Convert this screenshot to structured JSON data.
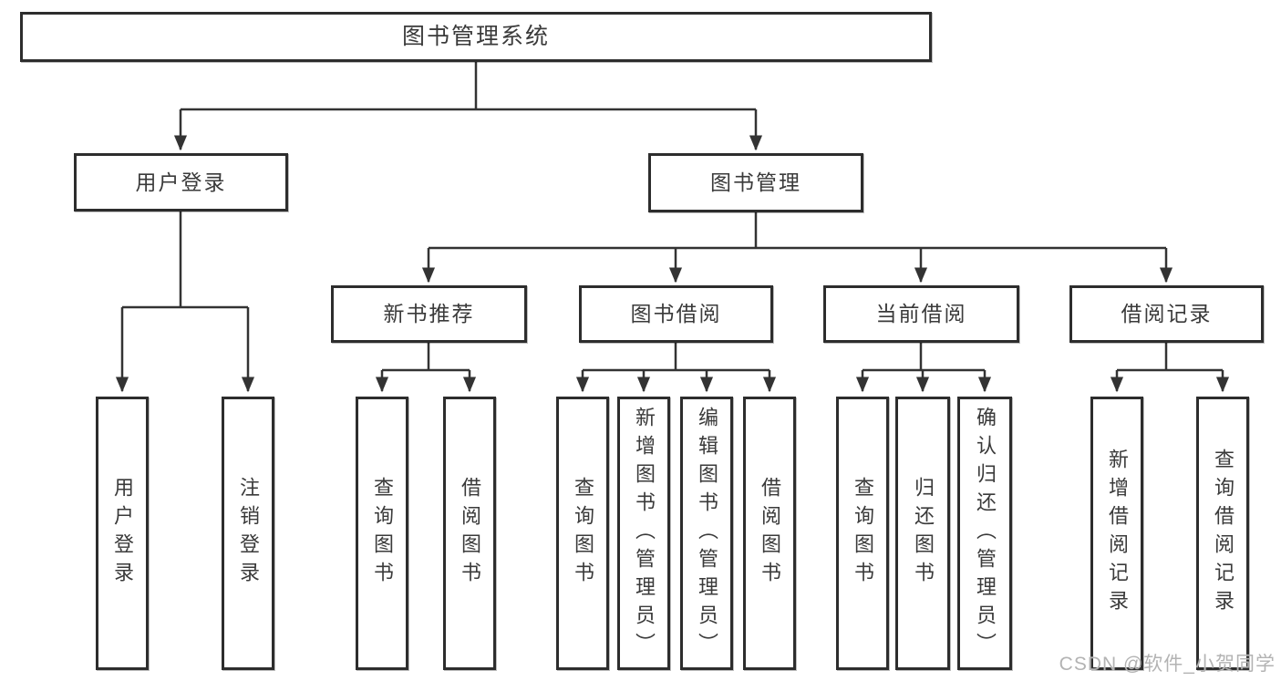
{
  "diagram": {
    "root": {
      "label": "图书管理系统"
    },
    "branches": [
      {
        "label": "用户登录",
        "leaves": [
          {
            "label": "用户登录"
          },
          {
            "label": "注销登录"
          }
        ]
      },
      {
        "label": "图书管理",
        "groups": [
          {
            "label": "新书推荐",
            "leaves": [
              {
                "label": "查询图书"
              },
              {
                "label": "借阅图书"
              }
            ]
          },
          {
            "label": "图书借阅",
            "leaves": [
              {
                "label": "查询图书"
              },
              {
                "label": "新增图书（管理员）"
              },
              {
                "label": "编辑图书（管理员）"
              },
              {
                "label": "借阅图书"
              }
            ]
          },
          {
            "label": "当前借阅",
            "leaves": [
              {
                "label": "查询图书"
              },
              {
                "label": "归还图书"
              },
              {
                "label": "确认归还（管理员）"
              }
            ]
          },
          {
            "label": "借阅记录",
            "leaves": [
              {
                "label": "新增借阅记录"
              },
              {
                "label": "查询借阅记录"
              }
            ]
          }
        ]
      }
    ]
  },
  "watermark": {
    "text": "CSDN @软件_小贺同学"
  },
  "colors": {
    "line": "#333333",
    "box_border": "#2d2d2d",
    "box_fill": "#ffffff",
    "text": "#3a3a3a",
    "watermark": "#b3b3b3"
  }
}
